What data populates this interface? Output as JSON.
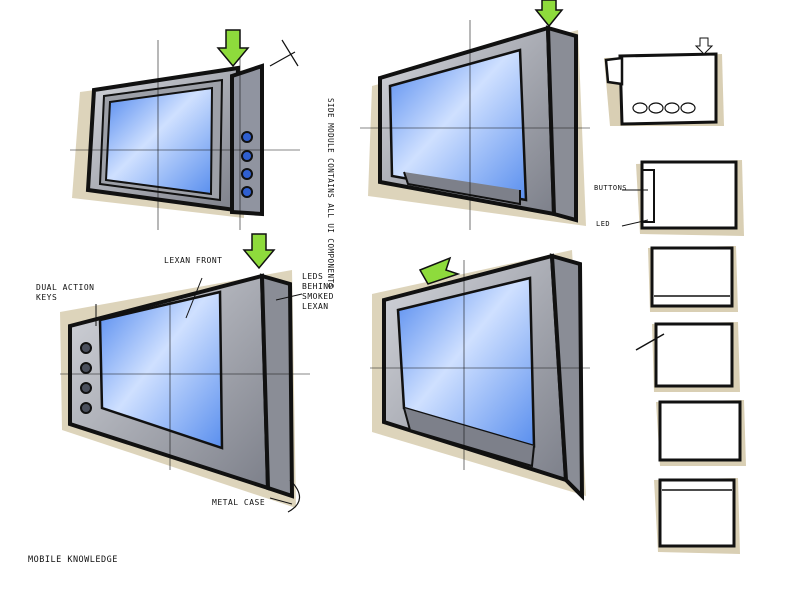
{
  "annotations": {
    "side_module": "Side module contains all UI components",
    "lexan_front": "Lexan front",
    "dual_action_keys": "Dual action keys",
    "leds": "LEDs behind smoked Lexan",
    "metal_case": "Metal case",
    "buttons": "Buttons",
    "led": "LED",
    "mobile_knowledge": "Mobile knowledge"
  },
  "colors": {
    "ink": "#111111",
    "screen_blue": "#6b9cf0",
    "screen_light": "#cfe0ff",
    "body_grey": "#8a8d96",
    "body_light": "#c3c5cc",
    "arrow_green": "#8edb3c",
    "marker_beige": "#d9cfb4",
    "button_blue": "#2f5fd0"
  },
  "icons": {
    "arrow": "green-down-arrow-icon",
    "button": "round-button-icon"
  }
}
